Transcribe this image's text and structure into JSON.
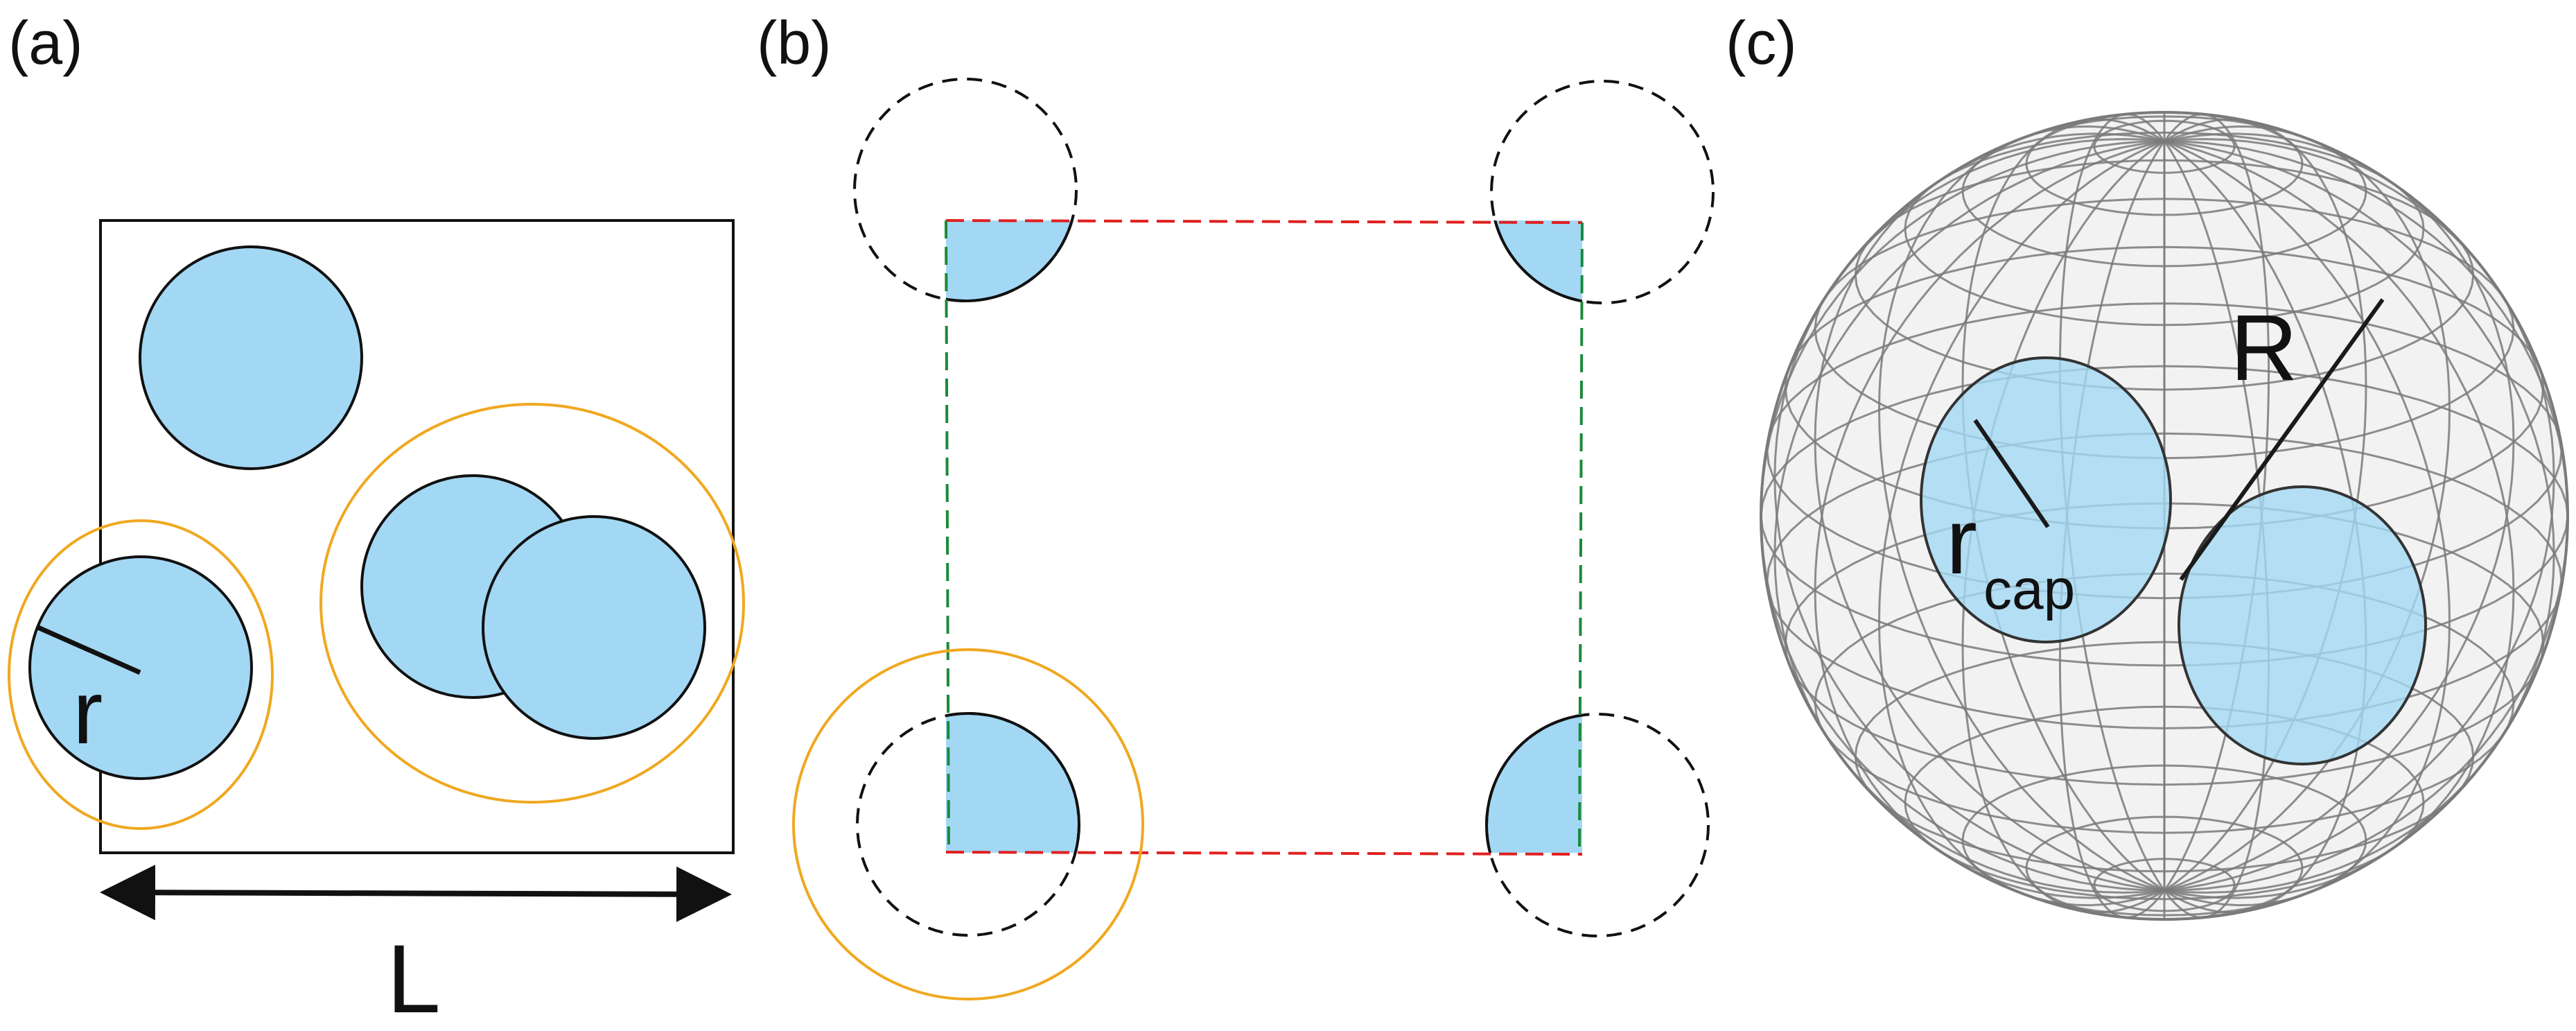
{
  "panels": [
    {
      "id": "a",
      "label": "(a)",
      "symbols": {
        "length": "L",
        "radius": "r"
      }
    },
    {
      "id": "b",
      "label": "(b)"
    },
    {
      "id": "c",
      "label": "(c)",
      "symbols": {
        "sphere_radius": "R",
        "cap_radius_main": "r",
        "cap_radius_sub": "cap"
      }
    }
  ],
  "colors": {
    "disk_fill": "#a3d8f4",
    "outline": "#111111",
    "cluster_ring": "#f0a820",
    "periodic_edge_red": "#e02020",
    "periodic_edge_green": "#1a8a3a",
    "wireframe": "#7a7a7a"
  }
}
